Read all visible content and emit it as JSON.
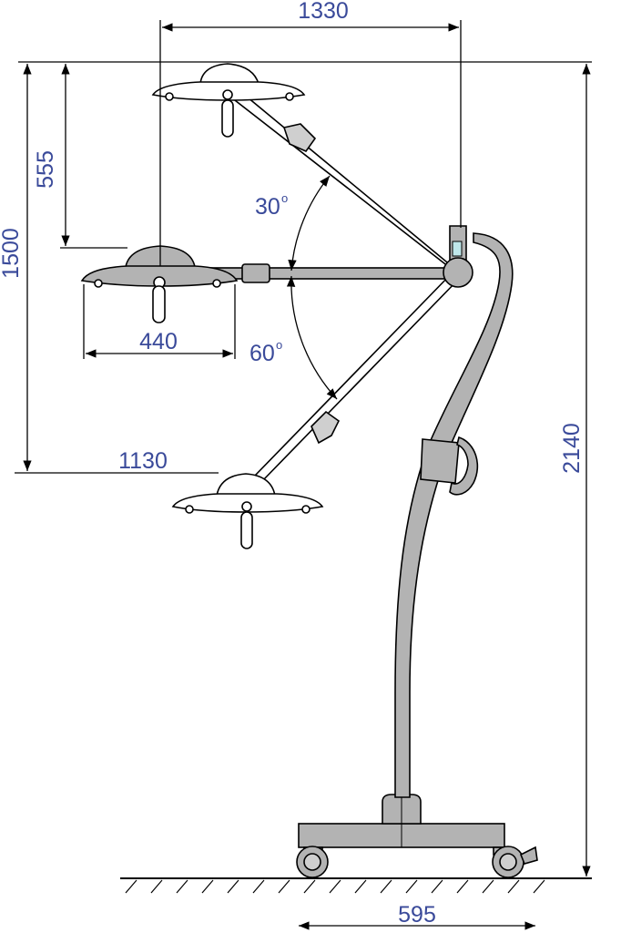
{
  "dimensions": {
    "reach_horizontal": "1330",
    "vertical_offset": "555",
    "vertical_range": "1500",
    "head_diameter": "440",
    "lowest_height": "1130",
    "total_height": "2140",
    "base_width": "595"
  },
  "angles": {
    "upper": "30",
    "lower": "60",
    "degree_symbol": "o"
  },
  "colors": {
    "dimension_text": "#3a4a9a",
    "body_fill": "#b3b3b3",
    "outline": "#000000"
  }
}
